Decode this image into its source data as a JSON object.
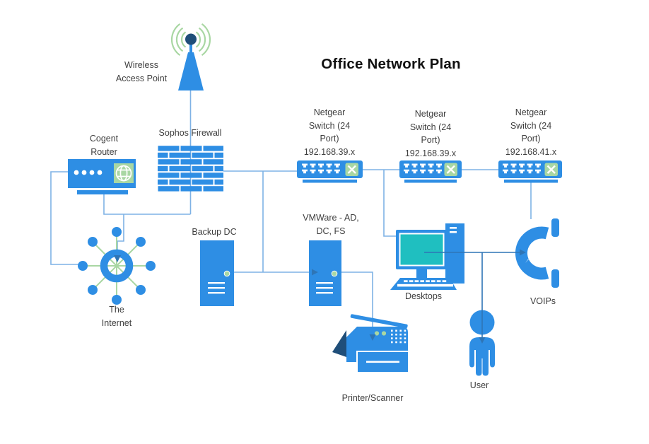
{
  "title": "Office Network Plan",
  "labels": {
    "wap": [
      "Wireless",
      "Access Point"
    ],
    "router": [
      "Cogent",
      "Router"
    ],
    "firewall": "Sophos Firewall",
    "internet": [
      "The",
      "Internet"
    ],
    "switch1": [
      "Netgear",
      "Switch (24",
      "Port)",
      "192.168.39.x"
    ],
    "switch2": [
      "Netgear",
      "Switch (24",
      "Port)",
      "192.168.39.x"
    ],
    "switch3": [
      "Netgear",
      "Switch (24",
      "Port)",
      "192.168.41.x"
    ],
    "backup_dc": "Backup DC",
    "vmware": [
      "VMWare - AD,",
      "DC, FS"
    ],
    "desktops": "Desktops",
    "voips": "VOIPs",
    "printer": "Printer/Scanner",
    "user": "User"
  },
  "colors": {
    "primary_blue": "#2E8EE4",
    "navy": "#1F4E79",
    "light_green": "#A9D7A3",
    "teal_screen": "#1FBFC0",
    "connector": "#7FB2E5",
    "connector_dark": "#2E75B6",
    "text": "#3F3F3F"
  }
}
